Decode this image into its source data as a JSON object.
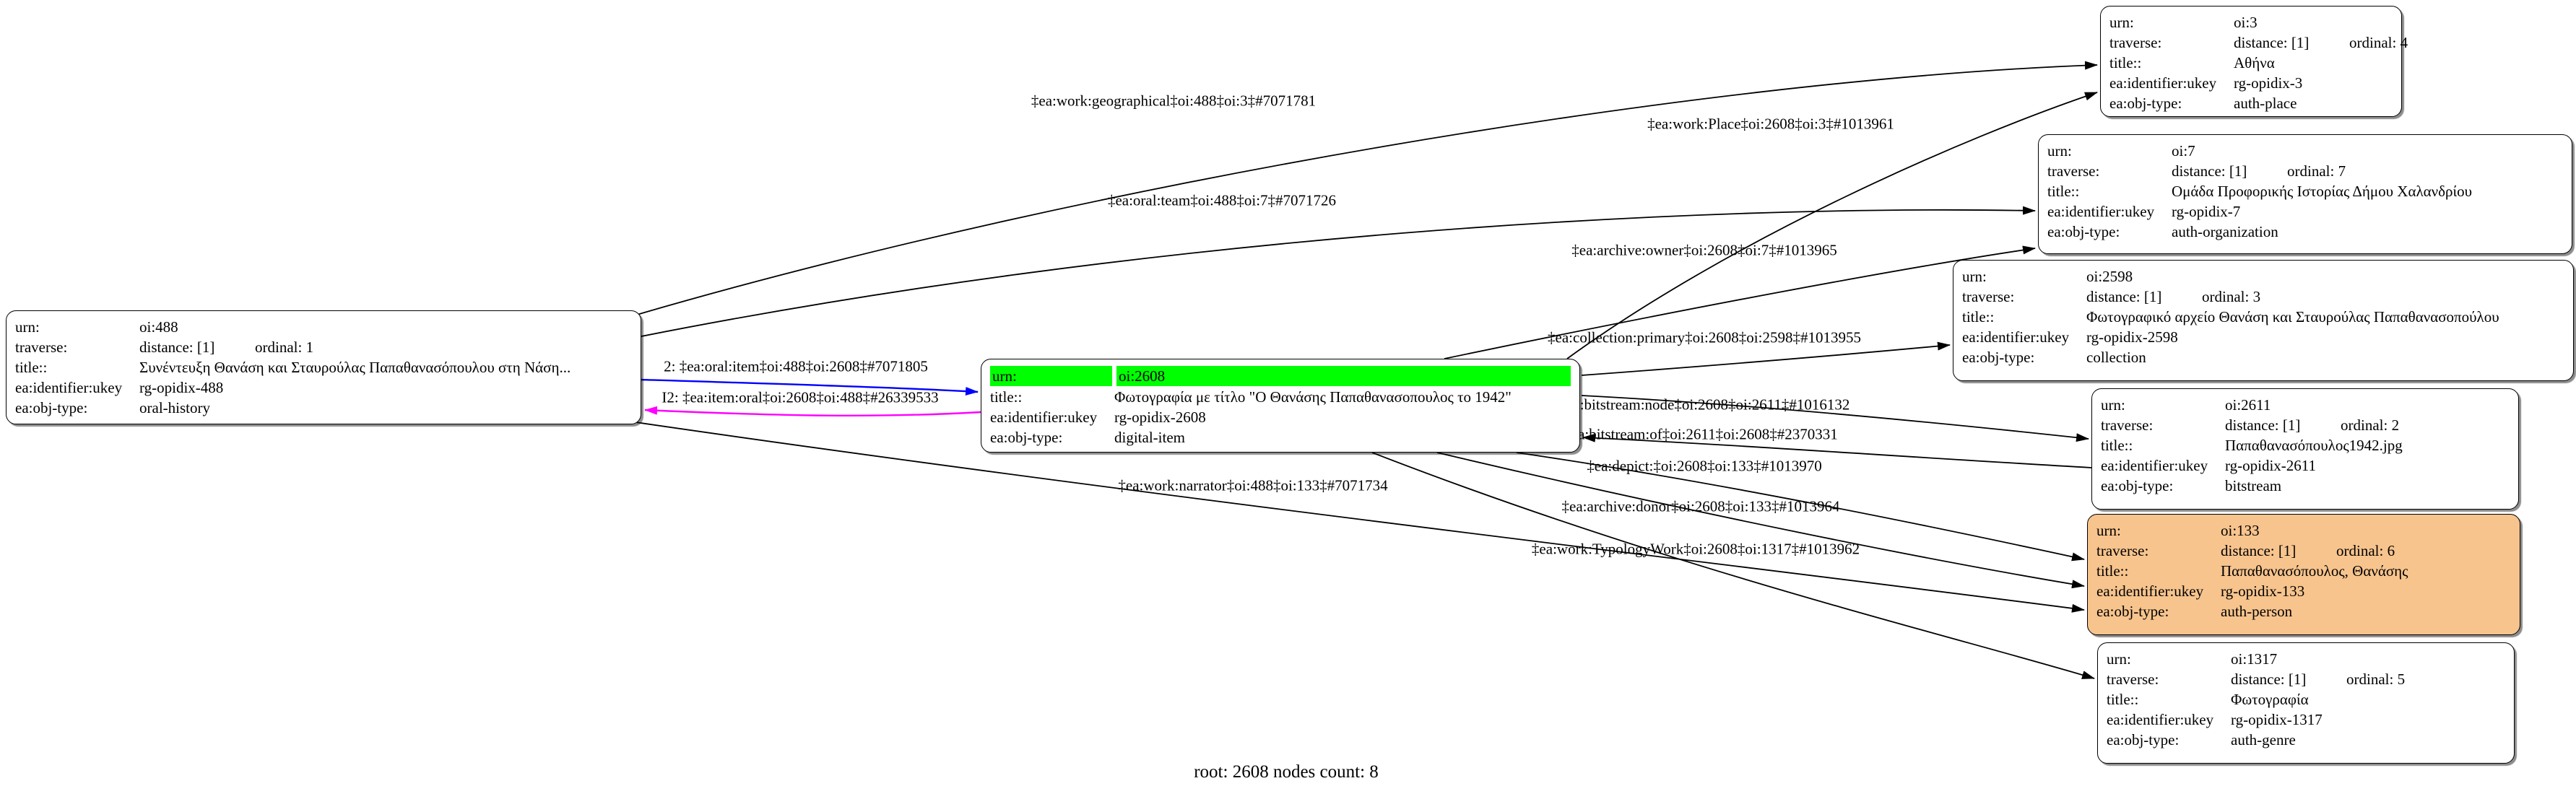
{
  "footer": {
    "text": "root: 2608 nodes count: 8"
  },
  "colors": {
    "highlight_green": "#00ff00",
    "person_fill_orange": "#f7c48d",
    "edge_blue": "#0000ff",
    "edge_magenta": "#ff00ff",
    "edge_black": "#000000",
    "node_border": "#000000",
    "background": "#ffffff"
  },
  "nodes": {
    "n488": {
      "urn": {
        "label": "urn:",
        "value": "oi:488"
      },
      "traverse": {
        "label": "traverse:",
        "distance": "distance: [1]",
        "ordinal": "ordinal: 1"
      },
      "title": {
        "label": "title::",
        "value": "Συνέντευξη Θανάση και Σταυρούλας Παπαθανασόπουλου στη Νάση..."
      },
      "identifier": {
        "label": "ea:identifier:ukey",
        "value": "rg-opidix-488"
      },
      "objtype": {
        "label": "ea:obj-type:",
        "value": "oral-history"
      }
    },
    "n2608": {
      "urn": {
        "label": "urn:",
        "value": "oi:2608"
      },
      "title": {
        "label": "title::",
        "value": "Φωτογραφία με τίτλο \"Ο Θανάσης Παπαθανασοπουλος το 1942\""
      },
      "identifier": {
        "label": "ea:identifier:ukey",
        "value": "rg-opidix-2608"
      },
      "objtype": {
        "label": "ea:obj-type:",
        "value": "digital-item"
      }
    },
    "n3": {
      "urn": {
        "label": "urn:",
        "value": "oi:3"
      },
      "traverse": {
        "label": "traverse:",
        "distance": "distance: [1]",
        "ordinal": "ordinal: 4"
      },
      "title": {
        "label": "title::",
        "value": "Αθήνα"
      },
      "identifier": {
        "label": "ea:identifier:ukey",
        "value": "rg-opidix-3"
      },
      "objtype": {
        "label": "ea:obj-type:",
        "value": "auth-place"
      }
    },
    "n7": {
      "urn": {
        "label": "urn:",
        "value": "oi:7"
      },
      "traverse": {
        "label": "traverse:",
        "distance": "distance: [1]",
        "ordinal": "ordinal: 7"
      },
      "title": {
        "label": "title::",
        "value": "Ομάδα Προφορικής Ιστορίας Δήμου Χαλανδρίου"
      },
      "identifier": {
        "label": "ea:identifier:ukey",
        "value": "rg-opidix-7"
      },
      "objtype": {
        "label": "ea:obj-type:",
        "value": "auth-organization"
      }
    },
    "n2598": {
      "urn": {
        "label": "urn:",
        "value": "oi:2598"
      },
      "traverse": {
        "label": "traverse:",
        "distance": "distance: [1]",
        "ordinal": "ordinal: 3"
      },
      "title": {
        "label": "title::",
        "value": "Φωτογραφικό αρχείο Θανάση και Σταυρούλας Παπαθανασοπούλου"
      },
      "identifier": {
        "label": "ea:identifier:ukey",
        "value": "rg-opidix-2598"
      },
      "objtype": {
        "label": "ea:obj-type:",
        "value": "collection"
      }
    },
    "n2611": {
      "urn": {
        "label": "urn:",
        "value": "oi:2611"
      },
      "traverse": {
        "label": "traverse:",
        "distance": "distance: [1]",
        "ordinal": "ordinal: 2"
      },
      "title": {
        "label": "title::",
        "value": "Παπαθανασόπουλος1942.jpg"
      },
      "identifier": {
        "label": "ea:identifier:ukey",
        "value": "rg-opidix-2611"
      },
      "objtype": {
        "label": "ea:obj-type:",
        "value": "bitstream"
      }
    },
    "n133": {
      "urn": {
        "label": "urn:",
        "value": "oi:133"
      },
      "traverse": {
        "label": "traverse:",
        "distance": "distance: [1]",
        "ordinal": "ordinal: 6"
      },
      "title": {
        "label": "title::",
        "value": "Παπαθανασόπουλος, Θανάσης"
      },
      "identifier": {
        "label": "ea:identifier:ukey",
        "value": "rg-opidix-133"
      },
      "objtype": {
        "label": "ea:obj-type:",
        "value": "auth-person"
      }
    },
    "n1317": {
      "urn": {
        "label": "urn:",
        "value": "oi:1317"
      },
      "traverse": {
        "label": "traverse:",
        "distance": "distance: [1]",
        "ordinal": "ordinal: 5"
      },
      "title": {
        "label": "title::",
        "value": "Φωτογραφία"
      },
      "identifier": {
        "label": "ea:identifier:ukey",
        "value": "rg-opidix-1317"
      },
      "objtype": {
        "label": "ea:obj-type:",
        "value": "auth-genre"
      }
    }
  },
  "edges": [
    {
      "name": "work-geographical",
      "label": "‡ea:work:geographical‡oi:488‡oi:3‡#7071781",
      "color": "#000000"
    },
    {
      "name": "work-place",
      "label": "‡ea:work:Place‡oi:2608‡oi:3‡#1013961",
      "color": "#000000"
    },
    {
      "name": "oral-team",
      "label": "‡ea:oral:team‡oi:488‡oi:7‡#7071726",
      "color": "#000000"
    },
    {
      "name": "archive-owner",
      "label": "‡ea:archive:owner‡oi:2608‡oi:7‡#1013965",
      "color": "#000000"
    },
    {
      "name": "collection-primary",
      "label": "‡ea:collection:primary‡oi:2608‡oi:2598‡#1013955",
      "color": "#000000"
    },
    {
      "name": "oral-item",
      "label": "2: ‡ea:oral:item‡oi:488‡oi:2608‡#7071805",
      "color": "#0000ff"
    },
    {
      "name": "item-oral",
      "label": "I2: ‡ea:item:oral‡oi:2608‡oi:488‡#26339533",
      "color": "#ff00ff"
    },
    {
      "name": "bitstream-node",
      "label": "‡ea:bitstream:node‡oi:2608‡oi:2611‡#1016132",
      "color": "#000000"
    },
    {
      "name": "bitstream-of",
      "label": "‡ea:bitstream:of‡oi:2611‡oi:2608‡#2370331",
      "color": "#000000"
    },
    {
      "name": "depict",
      "label": "‡ea:depict:‡oi:2608‡oi:133‡#1013970",
      "color": "#000000"
    },
    {
      "name": "work-narrator",
      "label": "‡ea:work:narrator‡oi:488‡oi:133‡#7071734",
      "color": "#000000"
    },
    {
      "name": "archive-donor",
      "label": "‡ea:archive:donor‡oi:2608‡oi:133‡#1013964",
      "color": "#000000"
    },
    {
      "name": "work-typologywork",
      "label": "‡ea:work:TypologyWork‡oi:2608‡oi:1317‡#1013962",
      "color": "#000000"
    }
  ]
}
